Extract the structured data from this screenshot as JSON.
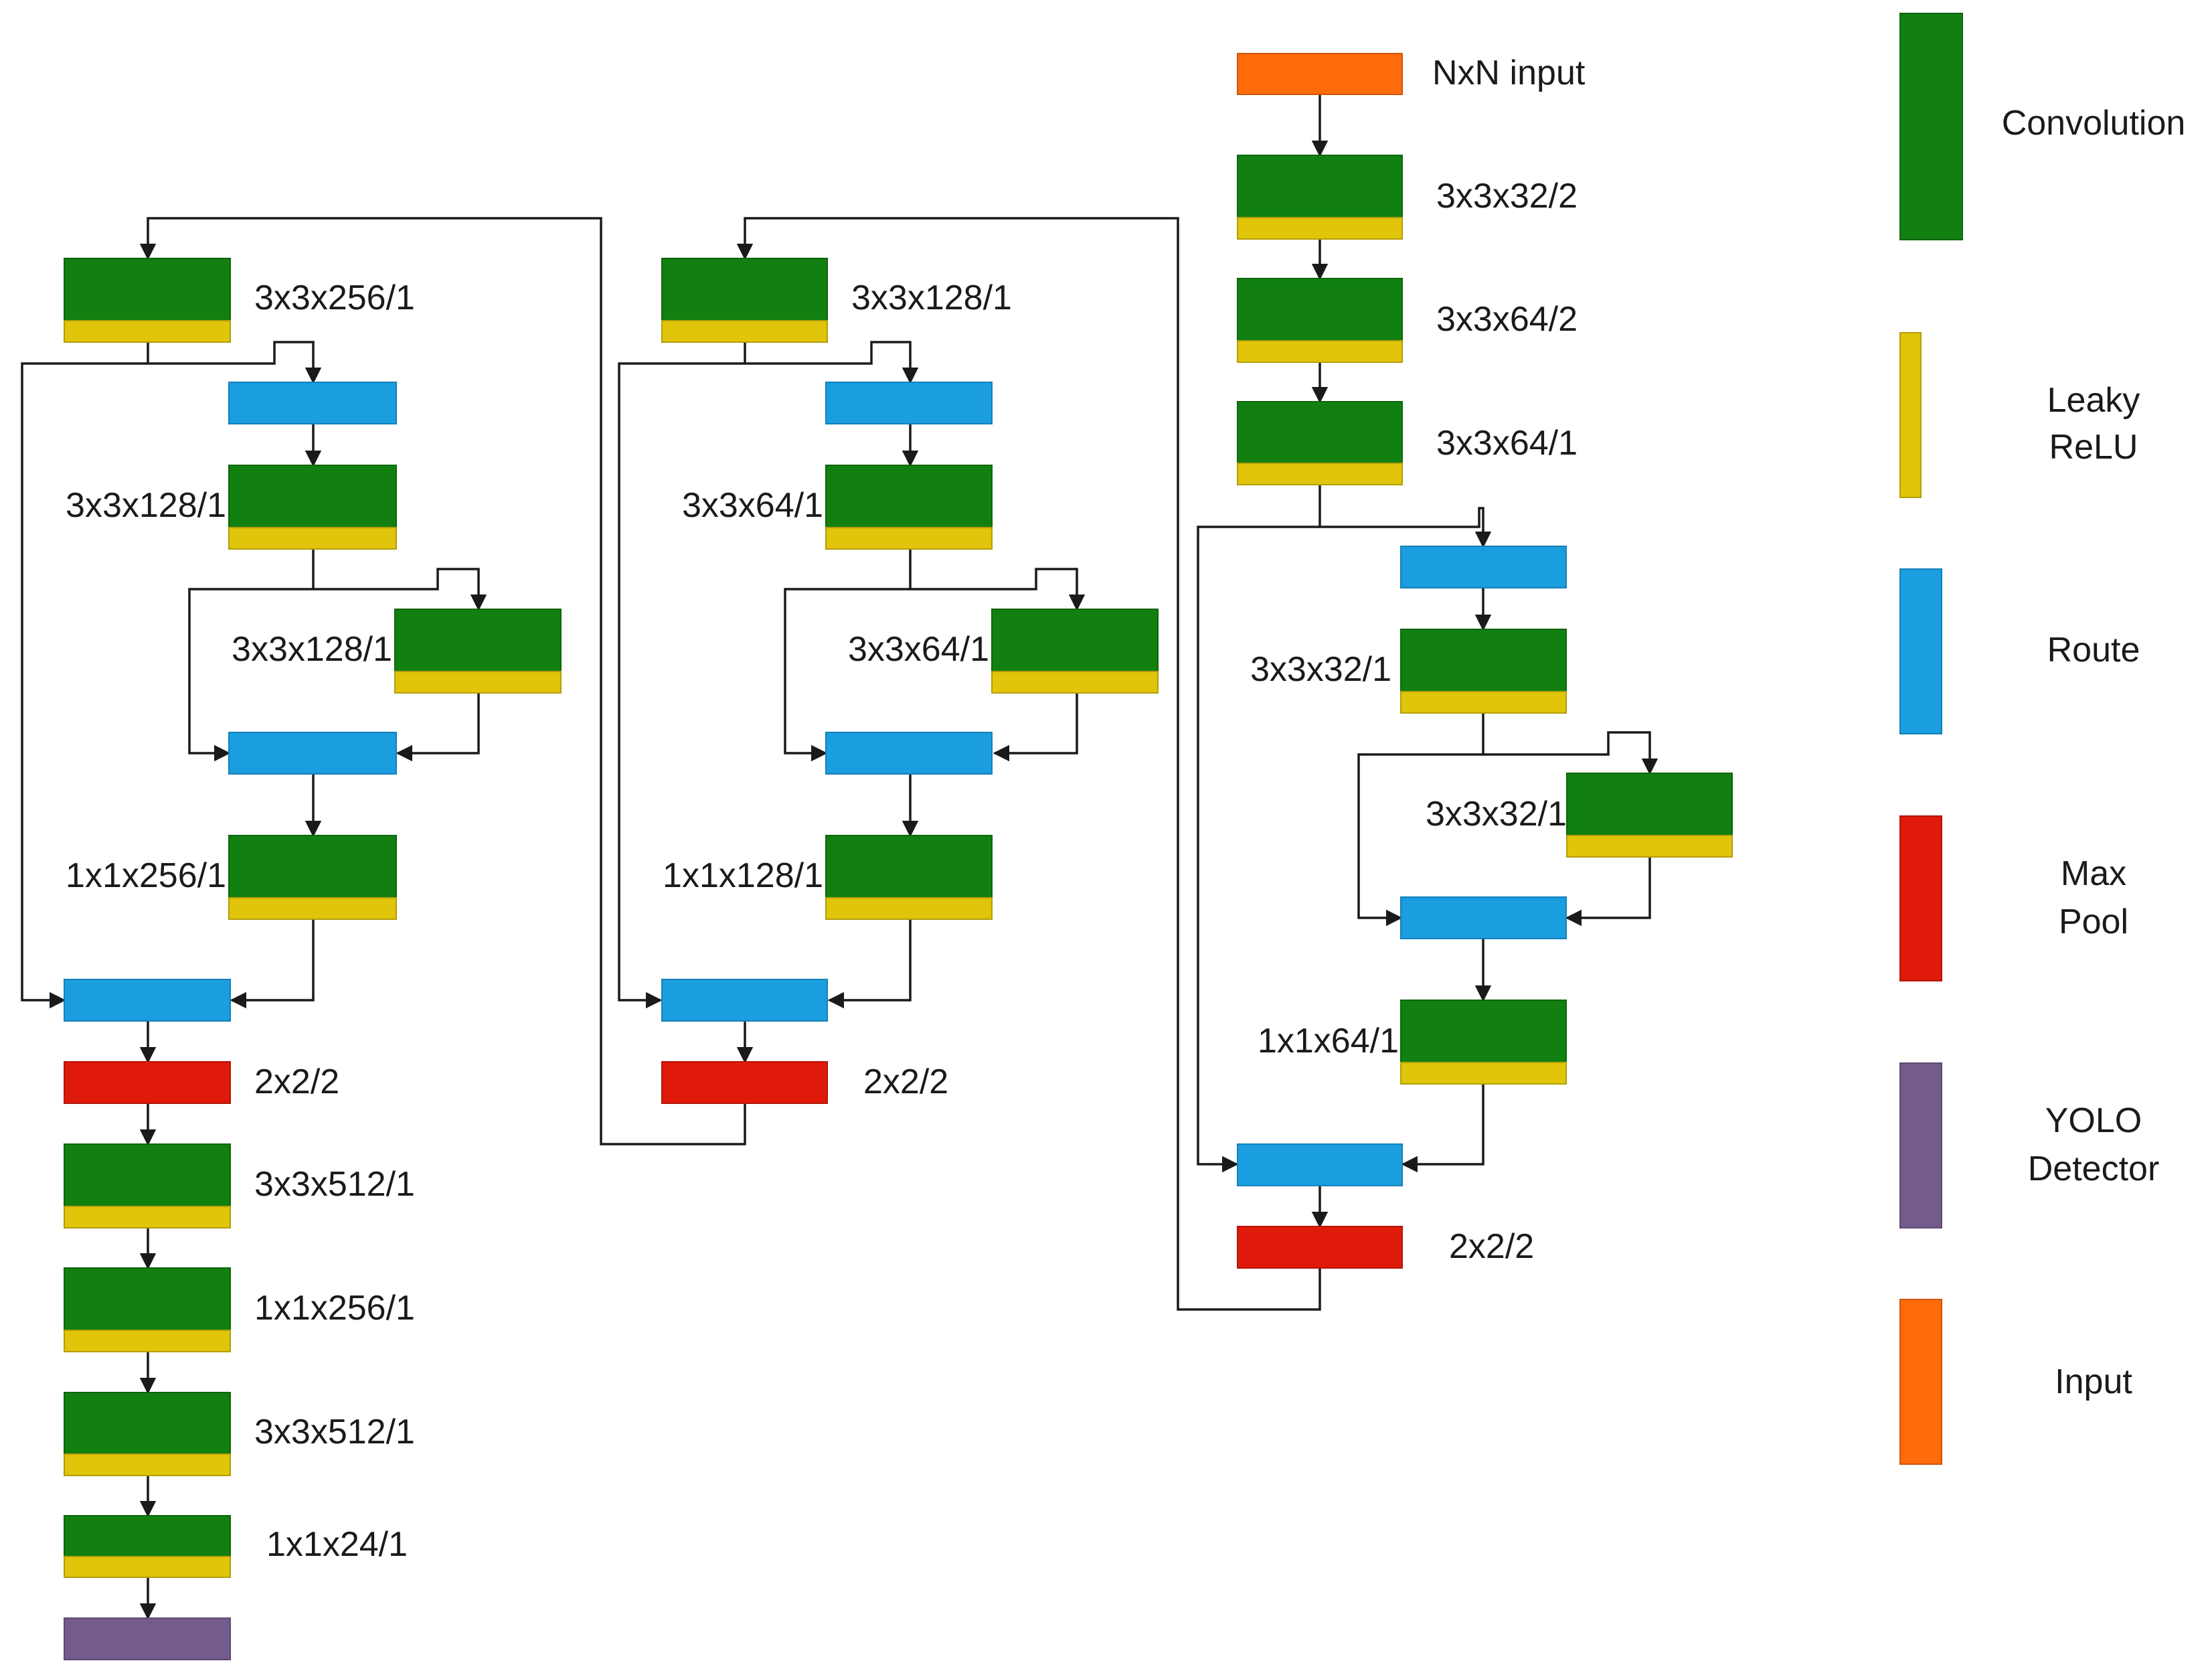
{
  "colors": {
    "convolution": "#118011",
    "leaky_relu": "#e0c50a",
    "route": "#1a9ee0",
    "max_pool": "#e01a0a",
    "yolo": "#735c8c",
    "input": "#ff6a0a",
    "line": "#1a1a1a"
  },
  "labels": {
    "input": "NxN input",
    "c3_conv1": "3x3x32/2",
    "c3_conv2": "3x3x64/2",
    "c3_conv3": "3x3x64/1",
    "c3_conv4": "3x3x32/1",
    "c3_conv5": "3x3x32/1",
    "c3_conv6": "1x1x64/1",
    "c3_pool": "2x2/2",
    "c2_conv1": "3x3x128/1",
    "c2_conv2": "3x3x64/1",
    "c2_conv3": "3x3x64/1",
    "c2_conv4": "1x1x128/1",
    "c2_pool": "2x2/2",
    "c1_conv1": "3x3x256/1",
    "c1_conv2": "3x3x128/1",
    "c1_conv3": "3x3x128/1",
    "c1_conv4": "1x1x256/1",
    "c1_pool": "2x2/2",
    "c1_conv5": "3x3x512/1",
    "c1_conv6": "1x1x256/1",
    "c1_conv7": "3x3x512/1",
    "c1_conv8": "1x1x24/1"
  },
  "legend": {
    "convolution": "Convolution",
    "leaky_1": "Leaky",
    "leaky_2": "ReLU",
    "route": "Route",
    "maxpool_1": "Max",
    "maxpool_2": "Pool",
    "yolo_1": "YOLO",
    "yolo_2": "Detector",
    "input": "Input"
  }
}
